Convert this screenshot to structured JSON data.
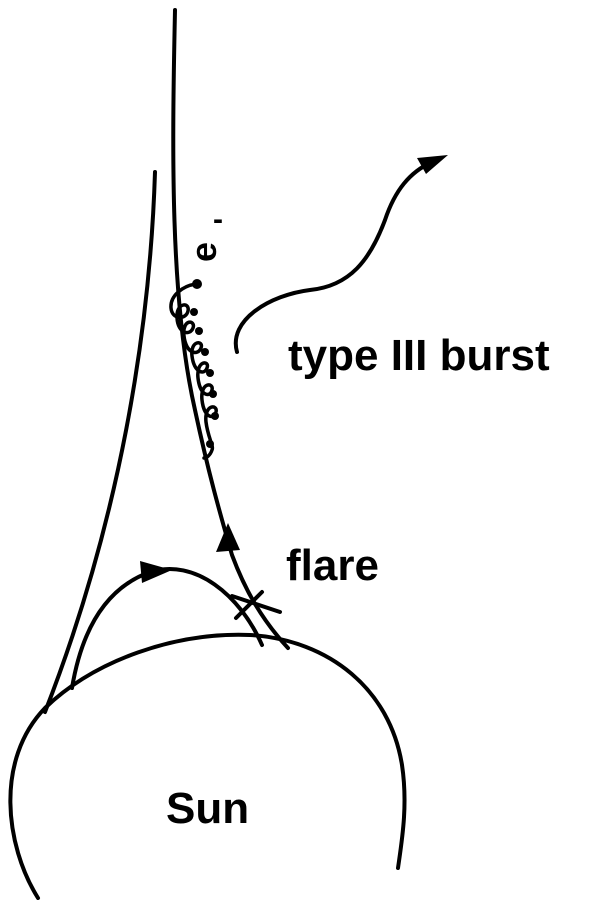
{
  "labels": {
    "electron": "e",
    "electron_charge": "-",
    "burst": "type III burst",
    "flare": "flare",
    "sun": "Sun"
  }
}
